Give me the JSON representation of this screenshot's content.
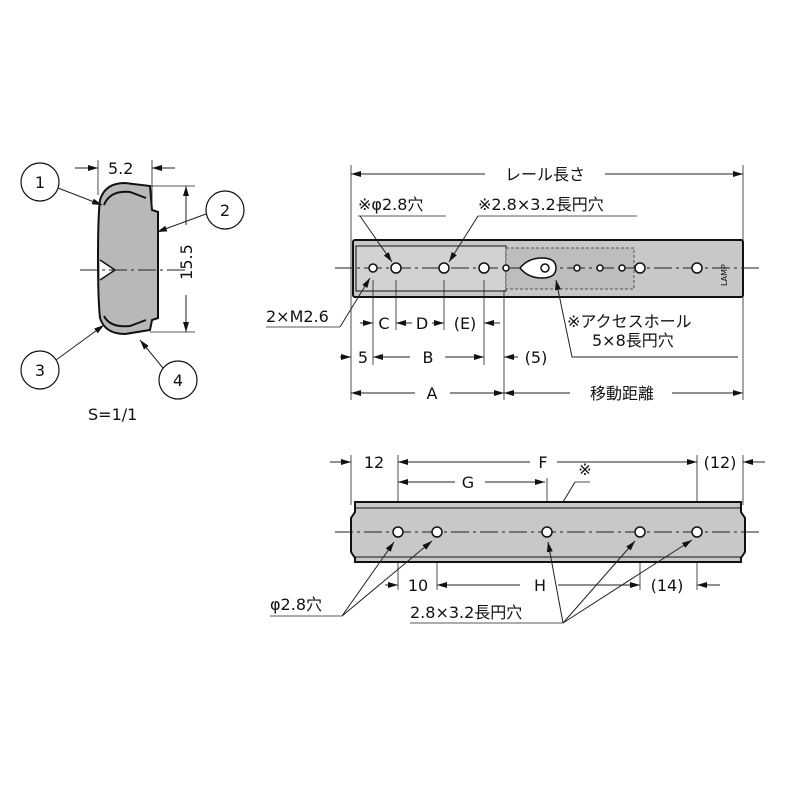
{
  "side_view": {
    "callouts": [
      "1",
      "2",
      "3",
      "4"
    ],
    "width_dim": "5.2",
    "height_dim": "15.5",
    "scale": "S=1/1"
  },
  "top_view": {
    "rail_length": "レール長さ",
    "hole_note": "※φ2.8穴",
    "slot_note": "※2.8×3.2長円穴",
    "screw_note": "2×M2.6",
    "dim_c": "C",
    "dim_d": "D",
    "dim_e": "(E)",
    "access_hole_line1": "※アクセスホール",
    "access_hole_line2": "5×8長円穴",
    "dim_5": "5",
    "dim_b": "B",
    "dim_5_paren": "(5)",
    "dim_a": "A",
    "travel": "移動距離",
    "logo": "LAMP"
  },
  "bottom_view": {
    "dim_12": "12",
    "dim_f": "F",
    "dim_12_paren": "(12)",
    "mark": "※",
    "dim_g": "G",
    "dim_10": "10",
    "dim_h": "H",
    "dim_14_paren": "(14)",
    "hole_note": "φ2.8穴",
    "slot_note": "2.8×3.2長円穴"
  }
}
